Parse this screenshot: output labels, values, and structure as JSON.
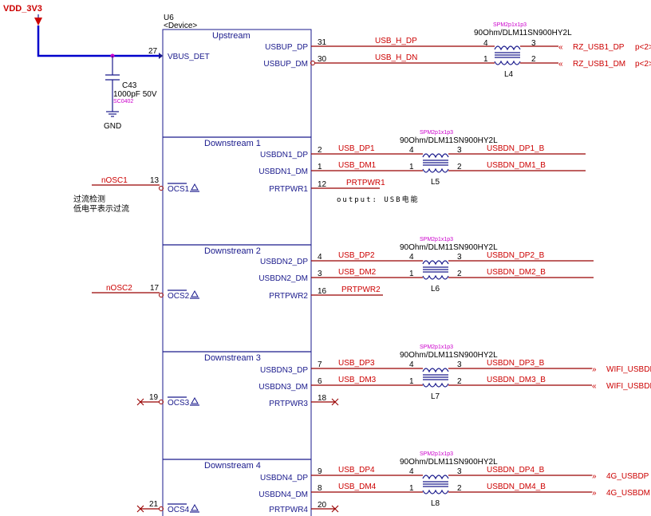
{
  "power": {
    "net": "VDD_3V3"
  },
  "device": {
    "ref": "U6",
    "type": "<Device>",
    "sections": [
      {
        "title": "Upstream",
        "left_pins": [
          {
            "num": "27",
            "name": "VBUS_DET",
            "bar": false
          }
        ],
        "right_pins": [
          {
            "num": "31",
            "name": "USBUP_DP"
          },
          {
            "num": "30",
            "name": "USBUP_DM"
          }
        ]
      },
      {
        "title": "Downstream  1",
        "left_pins": [
          {
            "num": "13",
            "name": "OCS1",
            "bar": true
          }
        ],
        "right_pins": [
          {
            "num": "2",
            "name": "USBDN1_DP"
          },
          {
            "num": "1",
            "name": "USBDN1_DM"
          },
          {
            "num": "12",
            "name": "PRTPWR1"
          }
        ]
      },
      {
        "title": "Downstream  2",
        "left_pins": [
          {
            "num": "17",
            "name": "OCS2",
            "bar": true
          }
        ],
        "right_pins": [
          {
            "num": "4",
            "name": "USBDN2_DP"
          },
          {
            "num": "3",
            "name": "USBDN2_DM"
          },
          {
            "num": "16",
            "name": "PRTPWR2"
          }
        ]
      },
      {
        "title": "Downstream  3",
        "left_pins": [
          {
            "num": "19",
            "name": "OCS3",
            "bar": true
          }
        ],
        "right_pins": [
          {
            "num": "7",
            "name": "USBDN3_DP"
          },
          {
            "num": "6",
            "name": "USBDN3_DM"
          },
          {
            "num": "18",
            "name": "PRTPWR3"
          }
        ]
      },
      {
        "title": "Downstream  4",
        "left_pins": [
          {
            "num": "21",
            "name": "OCS4",
            "bar": true
          }
        ],
        "right_pins": [
          {
            "num": "9",
            "name": "USBDN4_DP"
          },
          {
            "num": "8",
            "name": "USBDN4_DM"
          },
          {
            "num": "20",
            "name": "PRTPWR4"
          }
        ]
      }
    ]
  },
  "capacitor": {
    "ref": "C43",
    "value": "1000pF 50V",
    "package": "SC0402",
    "gnd": "GND"
  },
  "chokes": [
    {
      "ref": "L4",
      "model": "SPM2p1x1p3",
      "part": "90Ohm/DLM11SN900HY2L",
      "in_dp": "USB_H_DP",
      "in_dm": "USB_H_DN",
      "out_dp": "RZ_USB1_DP",
      "out_dm": "RZ_USB1_DM",
      "pins": [
        "4",
        "1",
        "3",
        "2"
      ],
      "page_ref": "p<2>"
    },
    {
      "ref": "L5",
      "model": "SPM2p1x1p3",
      "part": "90Ohm/DLM11SN900HY2L",
      "in_dp": "USB_DP1",
      "in_dm": "USB_DM1",
      "out_dp": "USBDN_DP1_B",
      "out_dm": "USBDN_DM1_B",
      "pins": [
        "4",
        "1",
        "3",
        "2"
      ]
    },
    {
      "ref": "L6",
      "model": "SPM2p1x1p3",
      "part": "90Ohm/DLM11SN900HY2L",
      "in_dp": "USB_DP2",
      "in_dm": "USB_DM2",
      "out_dp": "USBDN_DP2_B",
      "out_dm": "USBDN_DM2_B",
      "pins": [
        "4",
        "1",
        "3",
        "2"
      ]
    },
    {
      "ref": "L7",
      "model": "SPM2p1x1p3",
      "part": "90Ohm/DLM11SN900HY2L",
      "in_dp": "USB_DP3",
      "in_dm": "USB_DM3",
      "out_dp": "USBDN_DP3_B",
      "out_dm": "USBDN_DM3_B",
      "pins": [
        "4",
        "1",
        "3",
        "2"
      ],
      "offpage_dp": "WIFI_USBDP",
      "offpage_dm": "WIFI_USBDM"
    },
    {
      "ref": "L8",
      "model": "SPM2p1x1p3",
      "part": "90Ohm/DLM11SN900HY2L",
      "in_dp": "USB_DP4",
      "in_dm": "USB_DM4",
      "out_dp": "USBDN_DP4_B",
      "out_dm": "USBDN_DM4_B",
      "pins": [
        "4",
        "1",
        "3",
        "2"
      ],
      "offpage_dp": "4G_USBDP",
      "offpage_dm": "4G_USBDM"
    }
  ],
  "nets": {
    "osc1": "nOSC1",
    "osc2": "nOSC2",
    "prtpwr1": "PRTPWR1",
    "prtpwr2": "PRTPWR2"
  },
  "annotations": {
    "overcurrent_line1": "过流检测",
    "overcurrent_line2": "低电平表示过流",
    "output_note": "output: USB电能"
  }
}
